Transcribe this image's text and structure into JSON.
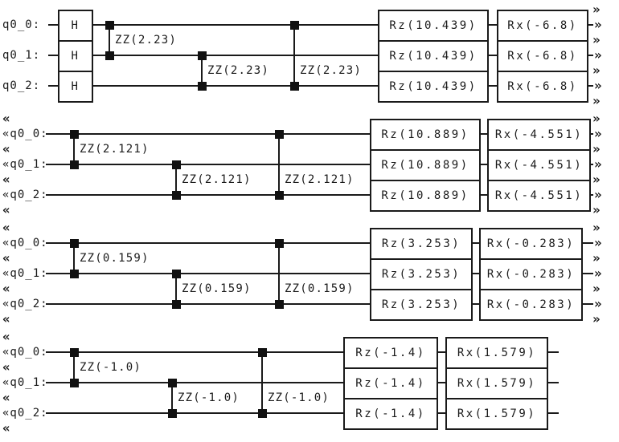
{
  "figure": {
    "kind": "quantum-circuit-diagram",
    "background": "#ffffff",
    "ink": "#1a1a1a"
  },
  "marks": {
    "left": "«",
    "right": "»"
  },
  "layers": [
    {
      "qubits": [
        "q0_0:",
        "q0_1:",
        "q0_2:"
      ],
      "h_label": "H",
      "zz_label": "ZZ(2.23)",
      "rz_label": "Rz(10.439)",
      "rx_label": "Rx(-6.8)"
    },
    {
      "qubits": [
        "«q0_0:",
        "«q0_1:",
        "«q0_2:"
      ],
      "zz_label": "ZZ(2.121)",
      "rz_label": "Rz(10.889)",
      "rx_label": "Rx(-4.551)"
    },
    {
      "qubits": [
        "«q0_0:",
        "«q0_1:",
        "«q0_2:"
      ],
      "zz_label": "ZZ(0.159)",
      "rz_label": "Rz(3.253)",
      "rx_label": "Rx(-0.283)"
    },
    {
      "qubits": [
        "«q0_0:",
        "«q0_1:",
        "«q0_2:"
      ],
      "zz_label": "ZZ(-1.0)",
      "rz_label": "Rz(-1.4)",
      "rx_label": "Rx(1.579)"
    }
  ]
}
